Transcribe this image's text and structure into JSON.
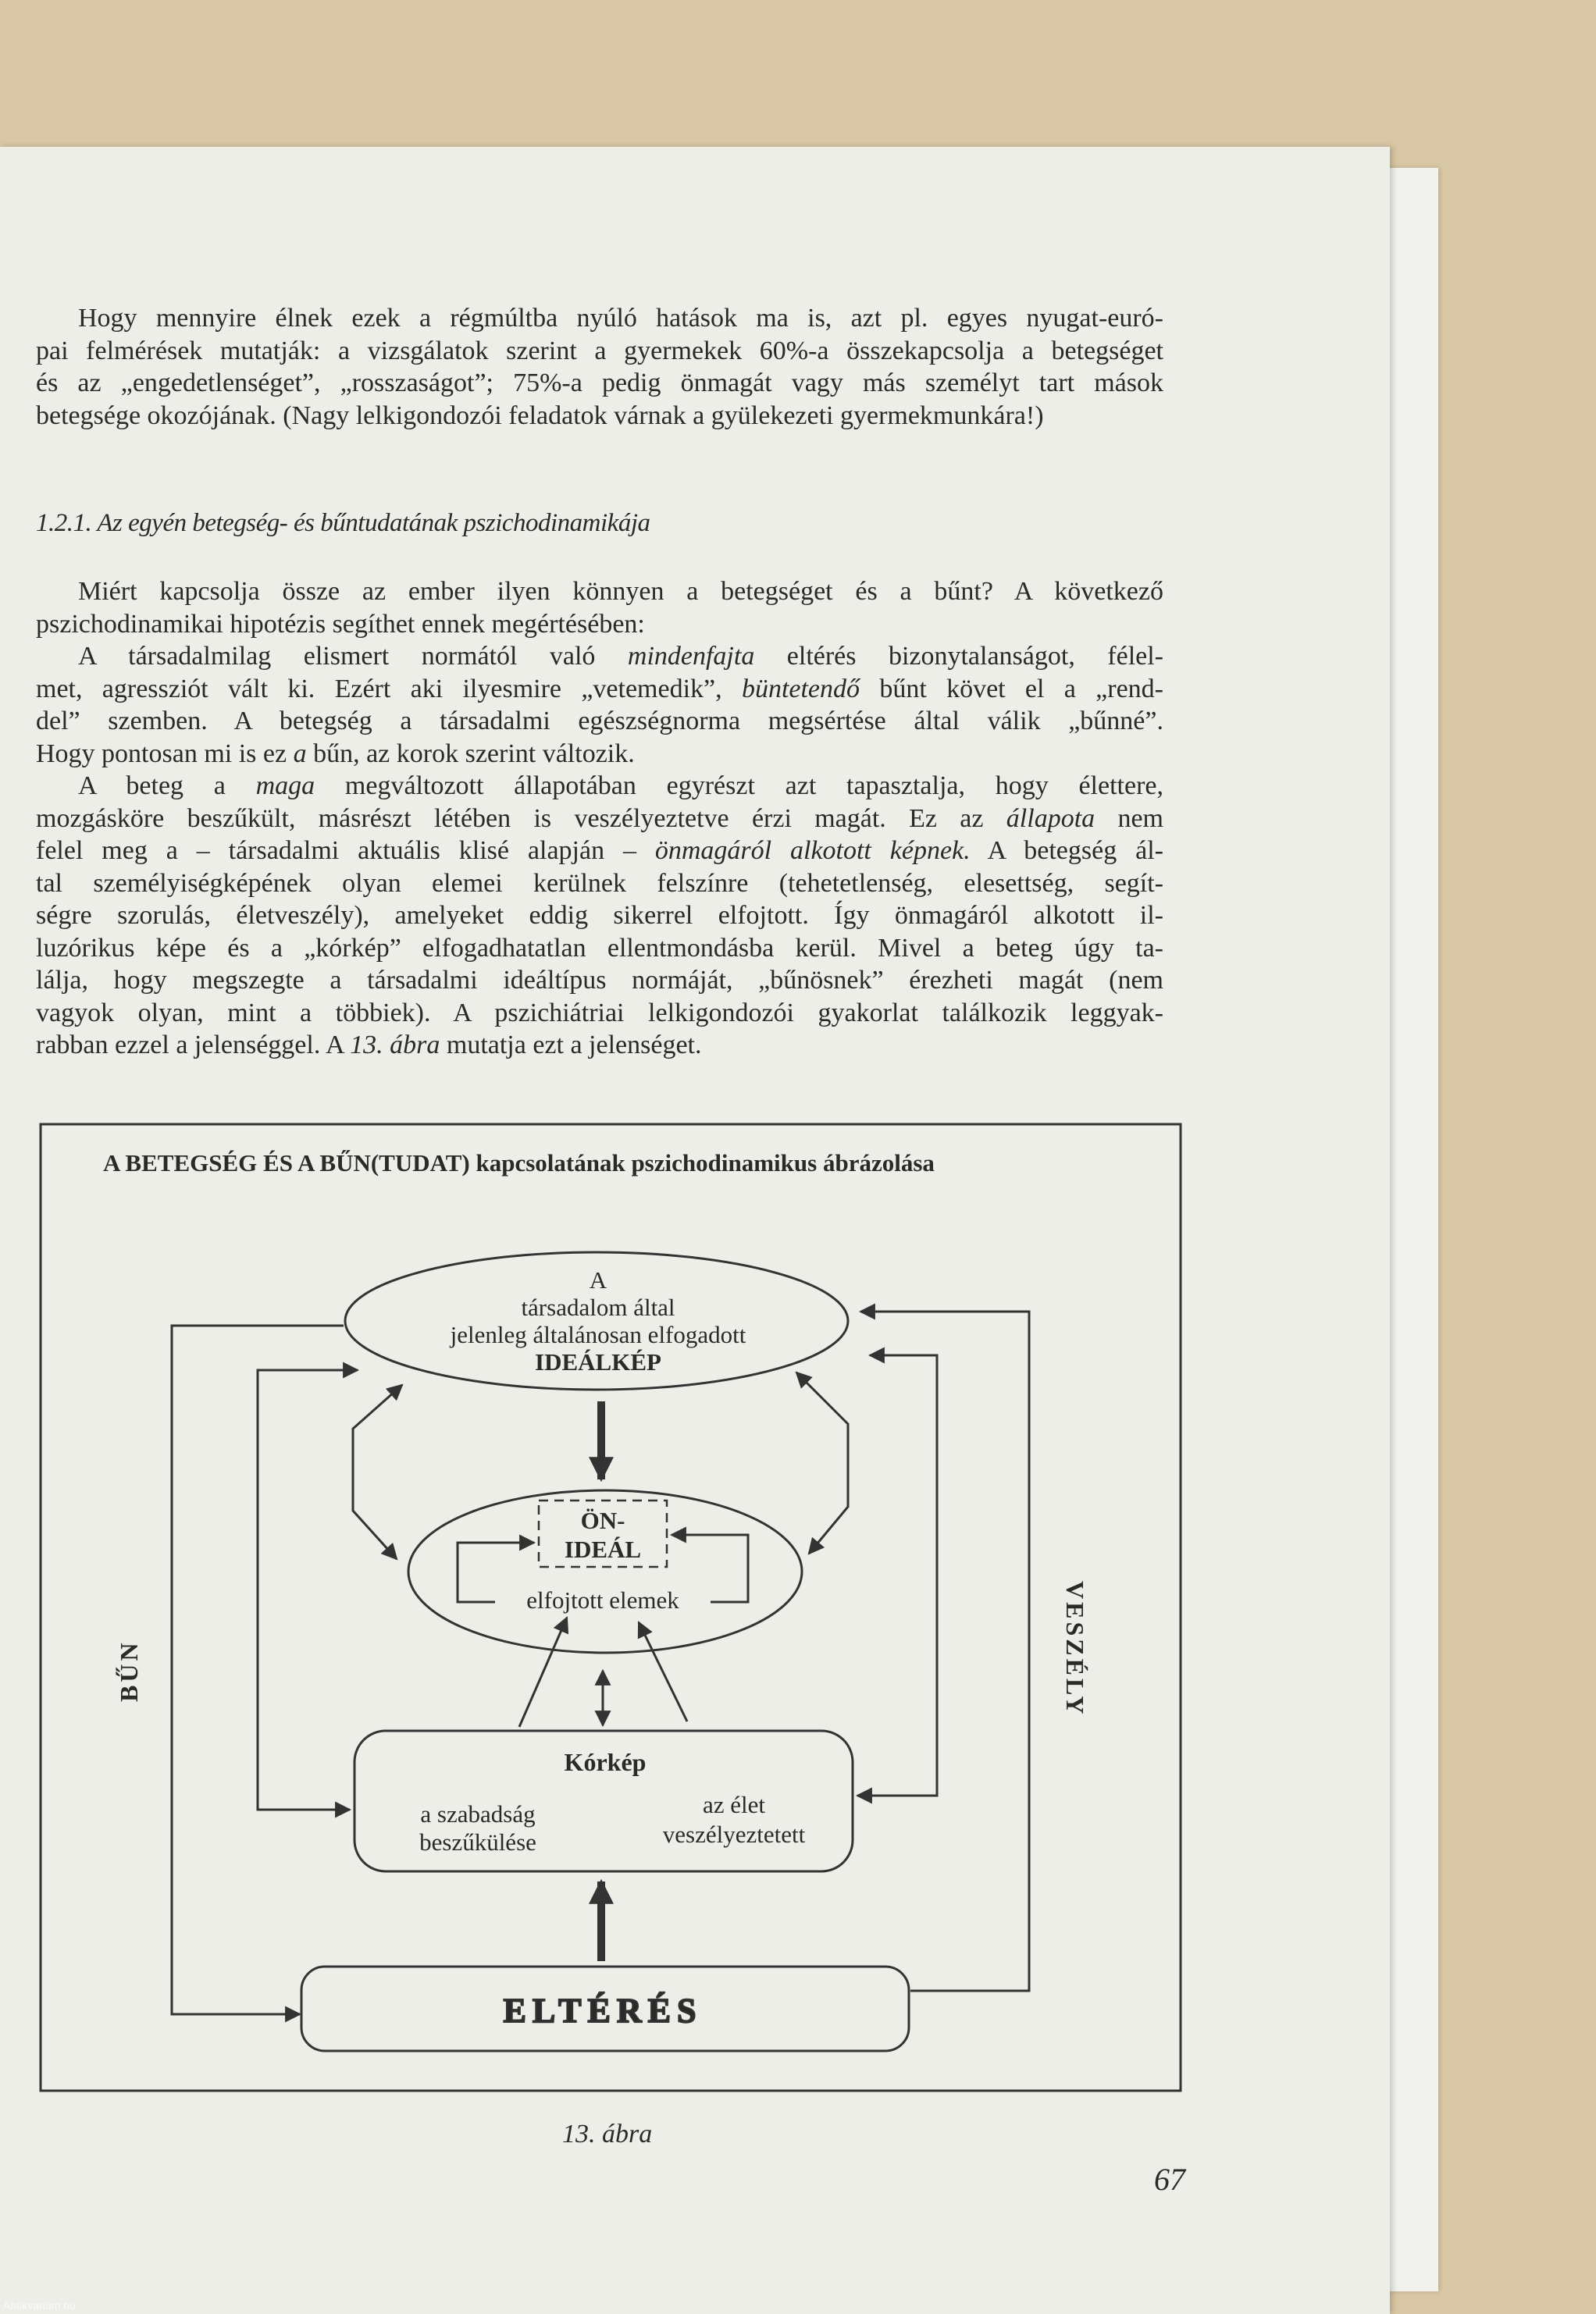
{
  "paragraph1": [
    [
      {
        "t": "Hogy mennyire élnek ezek a régmúltba nyúló hatások ma is, azt pl. egyes nyugat-euró-"
      }
    ],
    [
      {
        "t": "pai felmérések mutatják: a vizsgálatok szerint a gyermekek 60%-a összekapcsolja a betegséget"
      }
    ],
    [
      {
        "t": "és az „engedetlenséget”, „rosszaságot”; 75%-a pedig önmagát vagy más személyt tart mások"
      }
    ],
    [
      {
        "t": "betegsége okozójának. (Nagy lelkigondozói feladatok várnak a gyülekezeti gyermekmunkára!)"
      }
    ]
  ],
  "heading": "1.2.1. Az egyén betegség- és bűntudatának pszichodinamikája",
  "paragraph2": [
    [
      {
        "t": "Miért kapcsolja össze az ember ilyen könnyen a betegséget és a bűnt? A következő"
      }
    ],
    [
      {
        "t": "pszichodinamikai hipotézis segíthet ennek megértésében:"
      }
    ],
    [
      {
        "t": "A társadalmilag elismert normától való "
      },
      {
        "t": "mindenfajta",
        "i": 1
      },
      {
        "t": " eltérés bizonytalanságot, félel-"
      }
    ],
    [
      {
        "t": "met, agressziót vált ki. Ezért aki ilyesmire „vetemedik”, "
      },
      {
        "t": "büntetendő",
        "i": 1
      },
      {
        "t": " bűnt követ el a „rend-"
      }
    ],
    [
      {
        "t": "del” szemben. A betegség a társadalmi egészségnorma megsértése által válik „bűnné”."
      }
    ],
    [
      {
        "t": "Hogy pontosan mi is ez "
      },
      {
        "t": "a",
        "i": 1
      },
      {
        "t": " bűn, az korok szerint változik."
      }
    ],
    [
      {
        "t": "A beteg a "
      },
      {
        "t": "maga",
        "i": 1
      },
      {
        "t": " megváltozott állapotában egyrészt azt tapasztalja, hogy élettere,"
      }
    ],
    [
      {
        "t": "mozgásköre beszűkült, másrészt létében is veszélyeztetve érzi magát. Ez az "
      },
      {
        "t": "állapota",
        "i": 1
      },
      {
        "t": " nem"
      }
    ],
    [
      {
        "t": "felel meg a – társadalmi aktuális klisé alapján – "
      },
      {
        "t": "önmagáról alkotott képnek.",
        "i": 1
      },
      {
        "t": " A betegség ál-"
      }
    ],
    [
      {
        "t": "tal személyiségképének olyan elemei kerülnek felszínre (tehetetlenség, elesettség, segít-"
      }
    ],
    [
      {
        "t": "ségre szorulás, életveszély), amelyeket eddig sikerrel elfojtott. Így önmagáról alkotott il-"
      }
    ],
    [
      {
        "t": "luzórikus képe és a „kórkép” elfogadhatatlan ellentmondásba kerül. Mivel a beteg úgy ta-"
      }
    ],
    [
      {
        "t": "lálja, hogy megszegte a társadalmi ideáltípus normáját, „bűnösnek” érezheti magát (nem"
      }
    ],
    [
      {
        "t": "vagyok olyan, mint a többiek). A pszichiátriai lelkigondozói gyakorlat találkozik leggyak-"
      }
    ],
    [
      {
        "t": "rabban ezzel a jelenséggel. A "
      },
      {
        "t": "13. ábra",
        "i": 1
      },
      {
        "t": " mutatja ezt a jelenséget."
      }
    ]
  ],
  "diagram": {
    "title": "A BETEGSÉG ÉS A BŰN(TUDAT) kapcsolatának pszichodinamikus ábrázolása",
    "ideal": [
      "A",
      "társadalom által",
      "jelenleg általánosan elfogadott",
      "IDEÁLKÉP"
    ],
    "onideal": [
      "ÖN-",
      "IDEÁL"
    ],
    "repressed": "elfojtott elemek",
    "korkep": {
      "title": "Kórkép",
      "left": [
        "a szabadság",
        "beszűkülése"
      ],
      "right": [
        "az élet",
        "veszélyeztetett"
      ]
    },
    "elteres": "ELTÉRÉS",
    "left_label": "BŰN",
    "right_label": "VESZÉLY"
  },
  "caption": "13. ábra",
  "page_number": "67",
  "watermark": "Antikvarium.hu"
}
